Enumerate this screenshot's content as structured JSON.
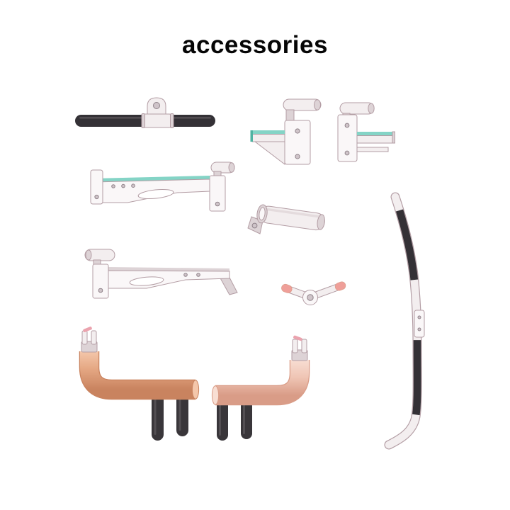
{
  "page": {
    "title": "accessories",
    "background": "#ffffff"
  },
  "colors": {
    "grip_black": "#343136",
    "grip_highlight": "#6e686c",
    "metal_fill": "#f3eeef",
    "metal_shade": "#ddd3d6",
    "plate_fill": "#faf7f8",
    "outline": "#b39da4",
    "hole_ring": "#8f8289",
    "teal": "#84d4c6",
    "teal_dark": "#4fb3a2",
    "copper_light": "#f4c7ab",
    "copper_mid": "#e5a884",
    "copper_dark": "#c9835f",
    "pink_light": "#f8ded3",
    "pink_mid": "#efc5b4",
    "pink_dark": "#d99c87",
    "tip_pink": "#ef9f99",
    "pin_pink": "#eba3ae",
    "peg_black": "#39363a"
  },
  "items": [
    {
      "name": "lat-pulldown-straight-bar"
    },
    {
      "name": "roller-bracket-attachment-large"
    },
    {
      "name": "roller-bracket-attachment-small"
    },
    {
      "name": "pivot-arm-attachment-right-roller"
    },
    {
      "name": "foam-roller-clamp-attachment"
    },
    {
      "name": "pivot-arm-attachment-left-roller"
    },
    {
      "name": "dual-handle-lever"
    },
    {
      "name": "curved-multi-grip-bar"
    },
    {
      "name": "copper-j-hook-dip-handle"
    },
    {
      "name": "pink-j-hook-dip-handle"
    }
  ]
}
